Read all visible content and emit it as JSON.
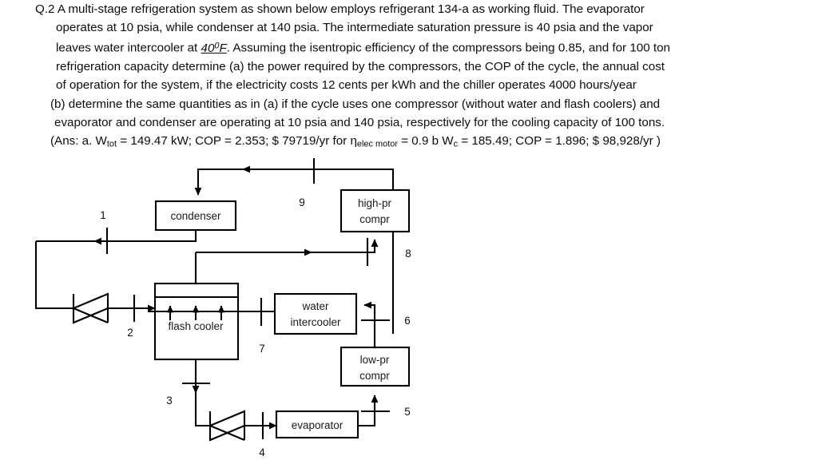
{
  "question": {
    "lines": [
      "Q.2 A multi-stage refrigeration system as shown below employs refrigerant 134-a as working fluid. The evaporator",
      "operates at 10 psia, while condenser at 140 psia. The intermediate saturation pressure is 40 psia and the vapor",
      "leaves water intercooler at 40⁰F. Assuming the isentropic efficiency of the compressors being 0.85, and for 100 ton",
      "refrigeration capacity determine (a) the power required by the compressors, the COP of the cycle, the annual cost",
      "of operation for the system, if the electricity costs 12 cents per kWh and the chiller operates 4000 hours/year",
      "(b) determine the same quantities as in (a) if the cycle uses one compressor (without water and flash coolers) and",
      "evaporator and condenser are operating at 10 psia and 140 psia, respectively for the cooling capacity of 100 tons.",
      "(Ans: a. W_tot = 149.47 kW; COP = 2.353; $ 79719/yr for η_elec motor = 0.9  b W_c = 185.49; COP = 1.896; $ 98,928/yr )"
    ],
    "line3_prefix": "leaves water intercooler at ",
    "line3_underlined": "40",
    "line3_underlined_sup": "0",
    "line3_underlined_tail": "F",
    "line3_suffix": ". Assuming the isentropic efficiency of the compressors being 0.85, and for 100 ton",
    "answer": {
      "prefix": "(Ans: a. W",
      "sub1": "tot",
      "mid1": " = 149.47 kW; COP = 2.353; $ 79719/yr for η",
      "sub2": "elec motor",
      "mid2": " = 0.9  b W",
      "sub3": "c",
      "mid3": " = 185.49; COP = 1.896; $ 98,928/yr )"
    }
  },
  "diagram": {
    "type": "process-flow-schematic",
    "components": [
      {
        "id": "condenser",
        "label": "condenser"
      },
      {
        "id": "high-pr-compr",
        "label_line1": "high-pr",
        "label_line2": "compr"
      },
      {
        "id": "flash-cooler",
        "label": "flash cooler"
      },
      {
        "id": "water-intercooler",
        "label_line1": "water",
        "label_line2": "intercooler"
      },
      {
        "id": "low-pr-compr",
        "label_line1": "low-pr",
        "label_line2": "compr"
      },
      {
        "id": "evaporator",
        "label": "evaporator"
      },
      {
        "id": "expansion-valve-high",
        "label": ""
      },
      {
        "id": "expansion-valve-low",
        "label": ""
      }
    ],
    "state_labels": [
      {
        "id": "state-1",
        "text": "1"
      },
      {
        "id": "state-2",
        "text": "2"
      },
      {
        "id": "state-3",
        "text": "3"
      },
      {
        "id": "state-4",
        "text": "4"
      },
      {
        "id": "state-5",
        "text": "5"
      },
      {
        "id": "state-6",
        "text": "6"
      },
      {
        "id": "state-7",
        "text": "7"
      },
      {
        "id": "state-8",
        "text": "8"
      },
      {
        "id": "state-9",
        "text": "9"
      }
    ],
    "colors": {
      "stroke": "#000000",
      "fill": "#ffffff",
      "text": "#1a1a1a"
    }
  }
}
